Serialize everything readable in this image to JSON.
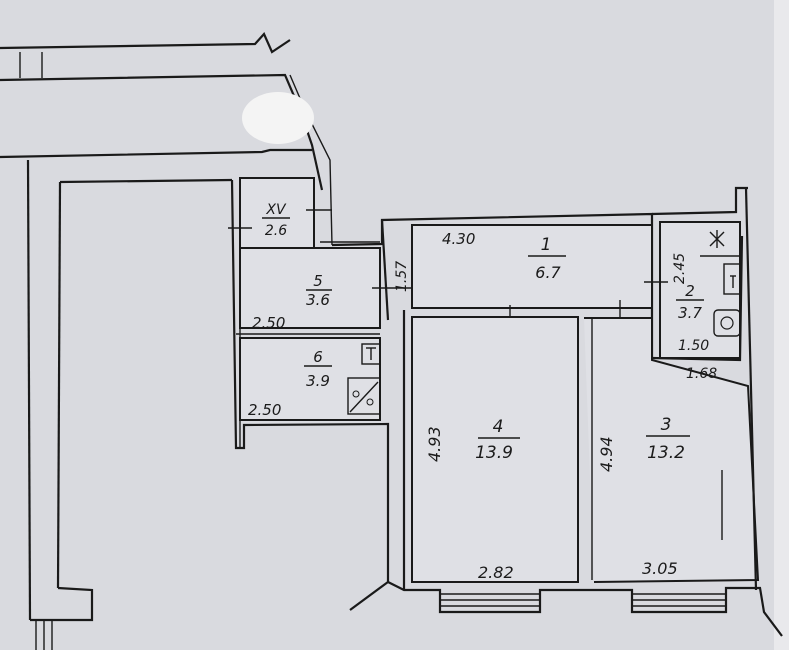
{
  "plan": {
    "rooms": [
      {
        "id": "1",
        "number": "1",
        "area": "6.7"
      },
      {
        "id": "2",
        "number": "2",
        "area": "3.7"
      },
      {
        "id": "3",
        "number": "3",
        "area": "13.2"
      },
      {
        "id": "4",
        "number": "4",
        "area": "13.9"
      },
      {
        "id": "5",
        "number": "5",
        "area": "3.6"
      },
      {
        "id": "6",
        "number": "6",
        "area": "3.9"
      },
      {
        "id": "XV",
        "number": "XV",
        "area": "2.6"
      }
    ],
    "dimensions": {
      "hall_width": "4.30",
      "hall_depth": "1.57",
      "bath_depth": "2.45",
      "bath_width": "1.50",
      "room3_top": "1.68",
      "room5_width": "2.50",
      "room6_width": "2.50",
      "room4_depth": "4.93",
      "room3_depth": "4.94",
      "room4_width": "2.82",
      "room3_width": "3.05"
    },
    "colors": {
      "paper": "#d9dadf",
      "line": "#1a1a1a",
      "redaction": "#f4f4f4"
    }
  }
}
